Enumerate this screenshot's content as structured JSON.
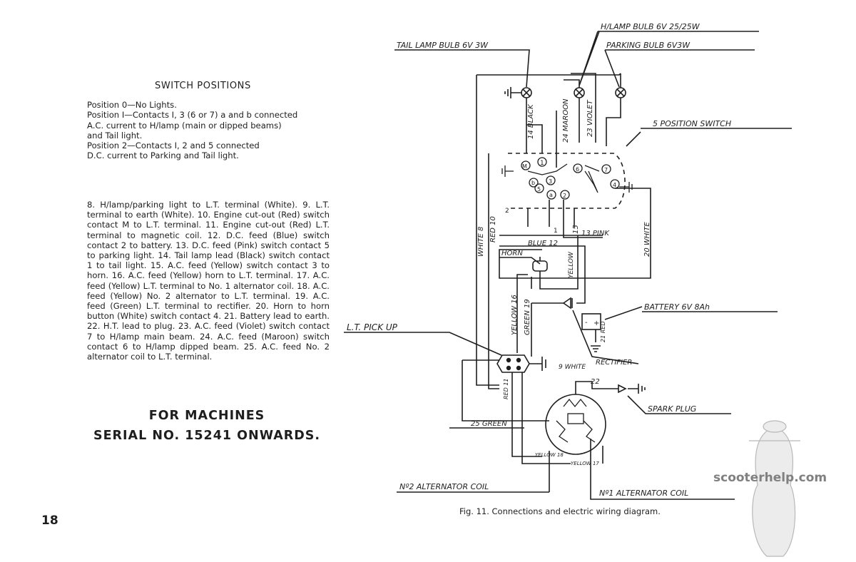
{
  "page_number": "18",
  "switch_positions": {
    "title": "SWITCH POSITIONS",
    "lines": [
      "Position 0—No Lights.",
      "Position I—Contacts I, 3 (6 or 7) a and b connected",
      "A.C. current to H/lamp (main or dipped beams)",
      "and Tail light.",
      "Position 2—Contacts I, 2 and 5 connected",
      "D.C. current to Parking and Tail light."
    ]
  },
  "legend_text": "8. H/lamp/parking light to L.T. terminal (White). 9. L.T. terminal to earth (White). 10. Engine cut-out (Red) switch contact M to L.T. terminal. 11. Engine cut-out (Red) L.T. terminal to magnetic coil. 12. D.C. feed (Blue) switch contact 2 to battery. 13. D.C. feed (Pink) switch contact 5 to parking light. 14. Tail lamp lead (Black) switch contact 1 to tail light. 15. A.C. feed (Yellow) switch contact 3 to horn. 16. A.C. feed (Yellow) horn to L.T. terminal. 17. A.C. feed (Yellow) L.T. terminal to No. 1 alternator coil. 18. A.C. feed (Yellow) No. 2 alternator to L.T. terminal. 19. A.C. feed (Green) L.T. terminal to rectifier. 20. Horn to horn button (White) switch contact 4. 21. Battery lead to earth. 22. H.T. lead to plug. 23. A.C. feed (Violet) switch contact 7 to H/lamp main beam. 24. A.C. feed (Maroon) switch contact 6 to H/lamp dipped beam. 25. A.C. feed No. 2 alternator coil to L.T. terminal.",
  "machines": {
    "line1": "FOR MACHINES",
    "line2": "SERIAL NO. 15241 ONWARDS."
  },
  "caption": "Fig. 11. Connections and electric wiring diagram.",
  "watermark": "scooterhelp.com",
  "diagram_labels": {
    "tail_lamp": "TAIL LAMP BULB 6V 3W",
    "hlamp": "H/LAMP BULB 6V 25/25W",
    "parking": "PARKING BULB 6V3W",
    "switch": "5 POSITION SWITCH",
    "black14": "14 BLACK",
    "maroon24": "24 MAROON",
    "violet23": "23 VIOLET",
    "white8": "WHITE 8",
    "red10": "RED 10",
    "white20": "20 WHITE",
    "pink13": "13 PINK",
    "blue12": "BLUE 12",
    "n15": "15",
    "horn": "HORN",
    "yellow": "YELLOW",
    "yellow16": "YELLOW 16",
    "green19": "GREEN 19",
    "battery": "BATTERY 6V 8Ah",
    "red21": "21 RED",
    "lt_pickup": "L.T. PICK UP",
    "rectifier": "RECTIFIER",
    "white9": "9 WHITE",
    "n22": "22",
    "spark_plug": "SPARK PLUG",
    "green25": "25 GREEN",
    "red11": "RED 11",
    "yellow18": "YELLOW 18",
    "yellow17": "YELLOW 17",
    "alt2": "Nº2 ALTERNATOR COIL",
    "alt1": "Nº1 ALTERNATOR COIL",
    "c1": "1",
    "c2": "2",
    "c3": "3",
    "c4": "4",
    "c5": "5",
    "c6": "6",
    "c7": "7",
    "ca": "a",
    "cb": "b",
    "cM": "M",
    "s2": "2",
    "s1": "1"
  }
}
